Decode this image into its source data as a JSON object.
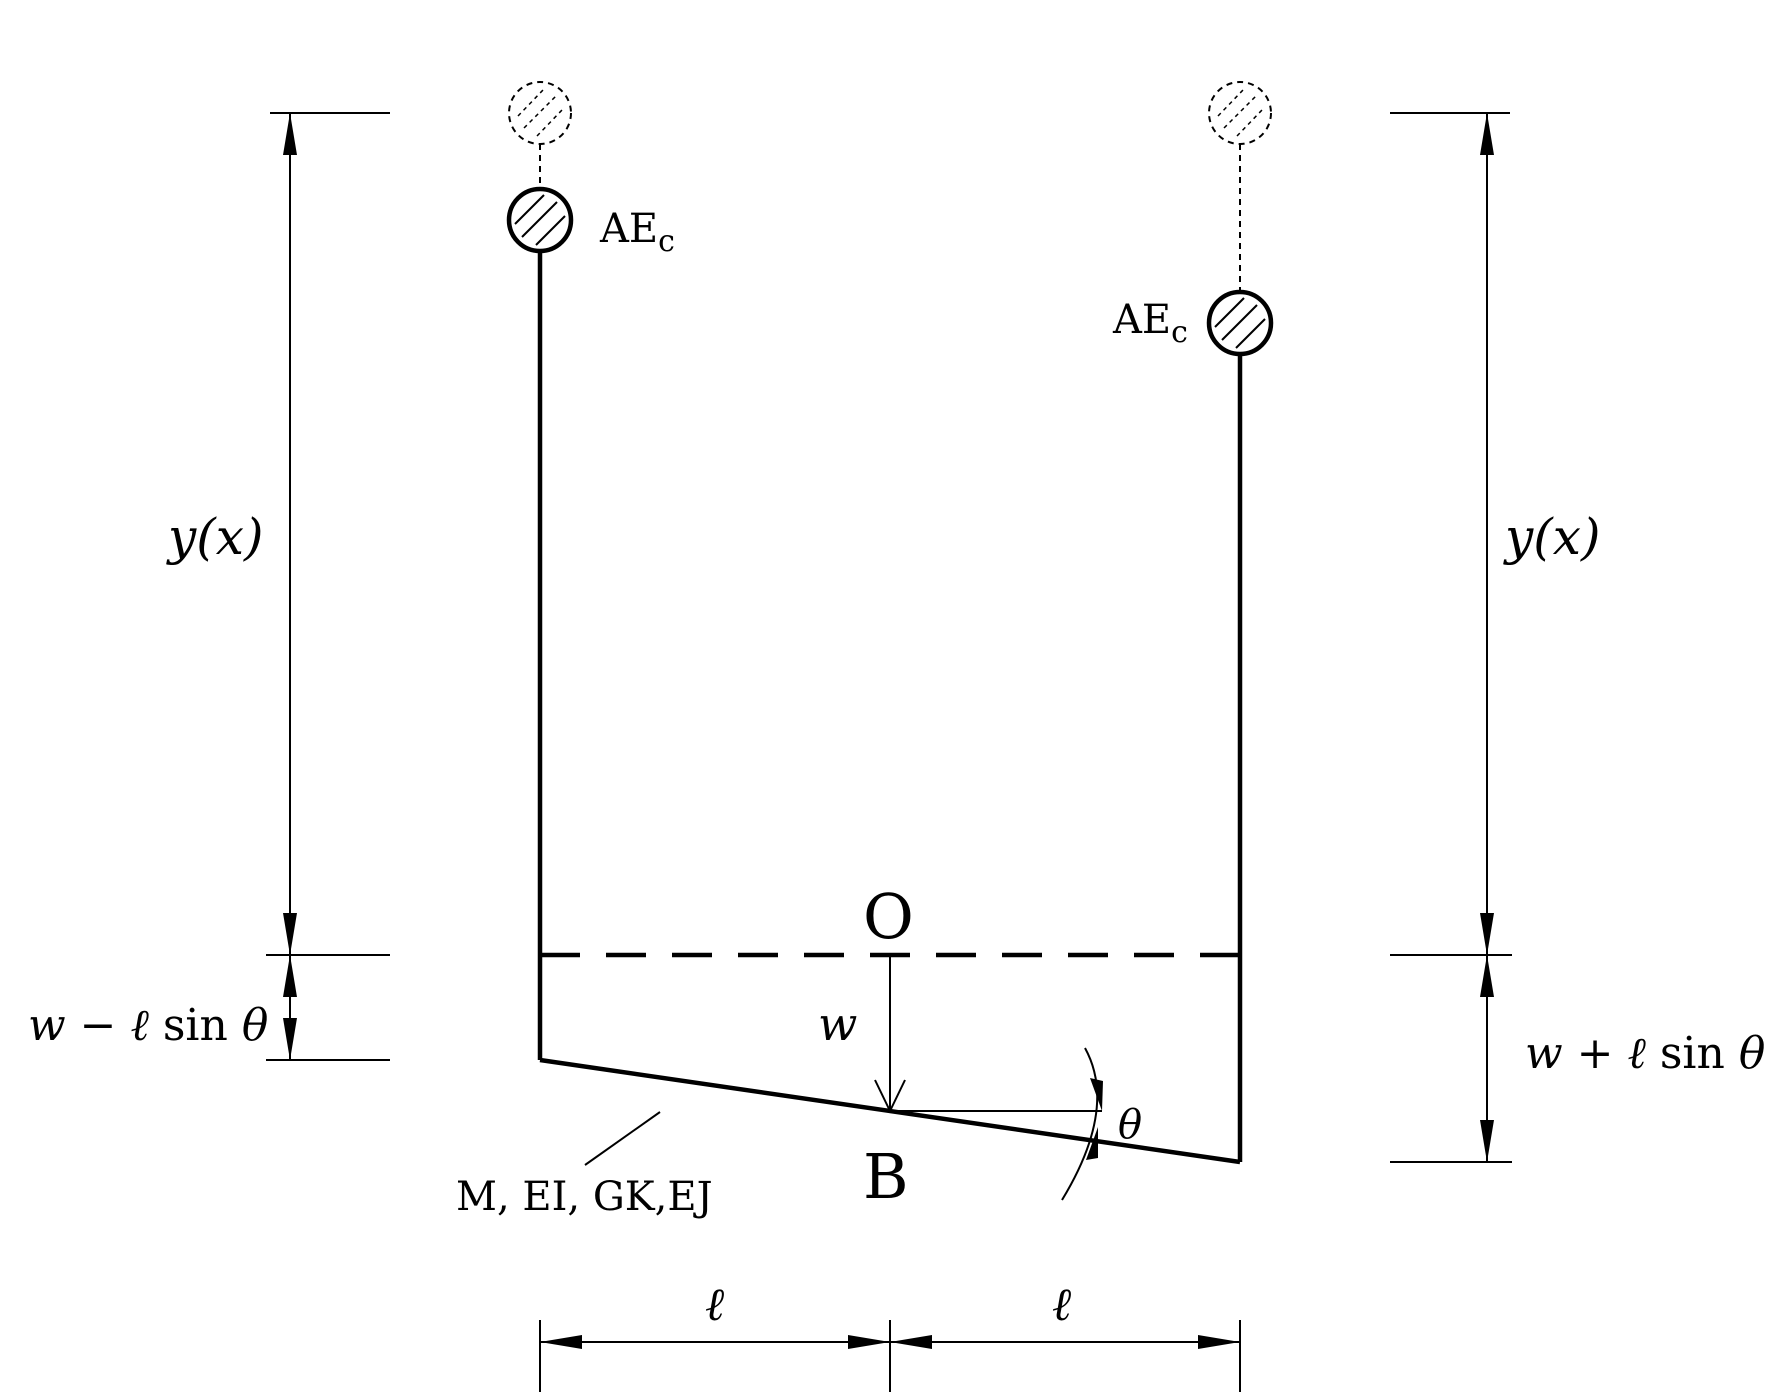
{
  "labels": {
    "cable_left": {
      "base": "AE",
      "sub": "c"
    },
    "cable_right": {
      "base": "AE",
      "sub": "c"
    },
    "height_left": "y(x)",
    "height_right": "y(x)",
    "origin": "O",
    "deck_point": "B",
    "displacement": "w",
    "rotation": "θ",
    "drop_left": {
      "var": "w",
      "op": " − ",
      "ell": "ℓ",
      "fn": " sin ",
      "ang": "θ"
    },
    "drop_right": {
      "var": "w",
      "op": " + ",
      "ell": "ℓ",
      "fn": " sin ",
      "ang": "θ"
    },
    "deck_properties": "M, EI, GK,EJ",
    "half_span_left": "ℓ",
    "half_span_right": "ℓ"
  },
  "colors": {
    "ink": "#000000",
    "background": "#ffffff"
  }
}
